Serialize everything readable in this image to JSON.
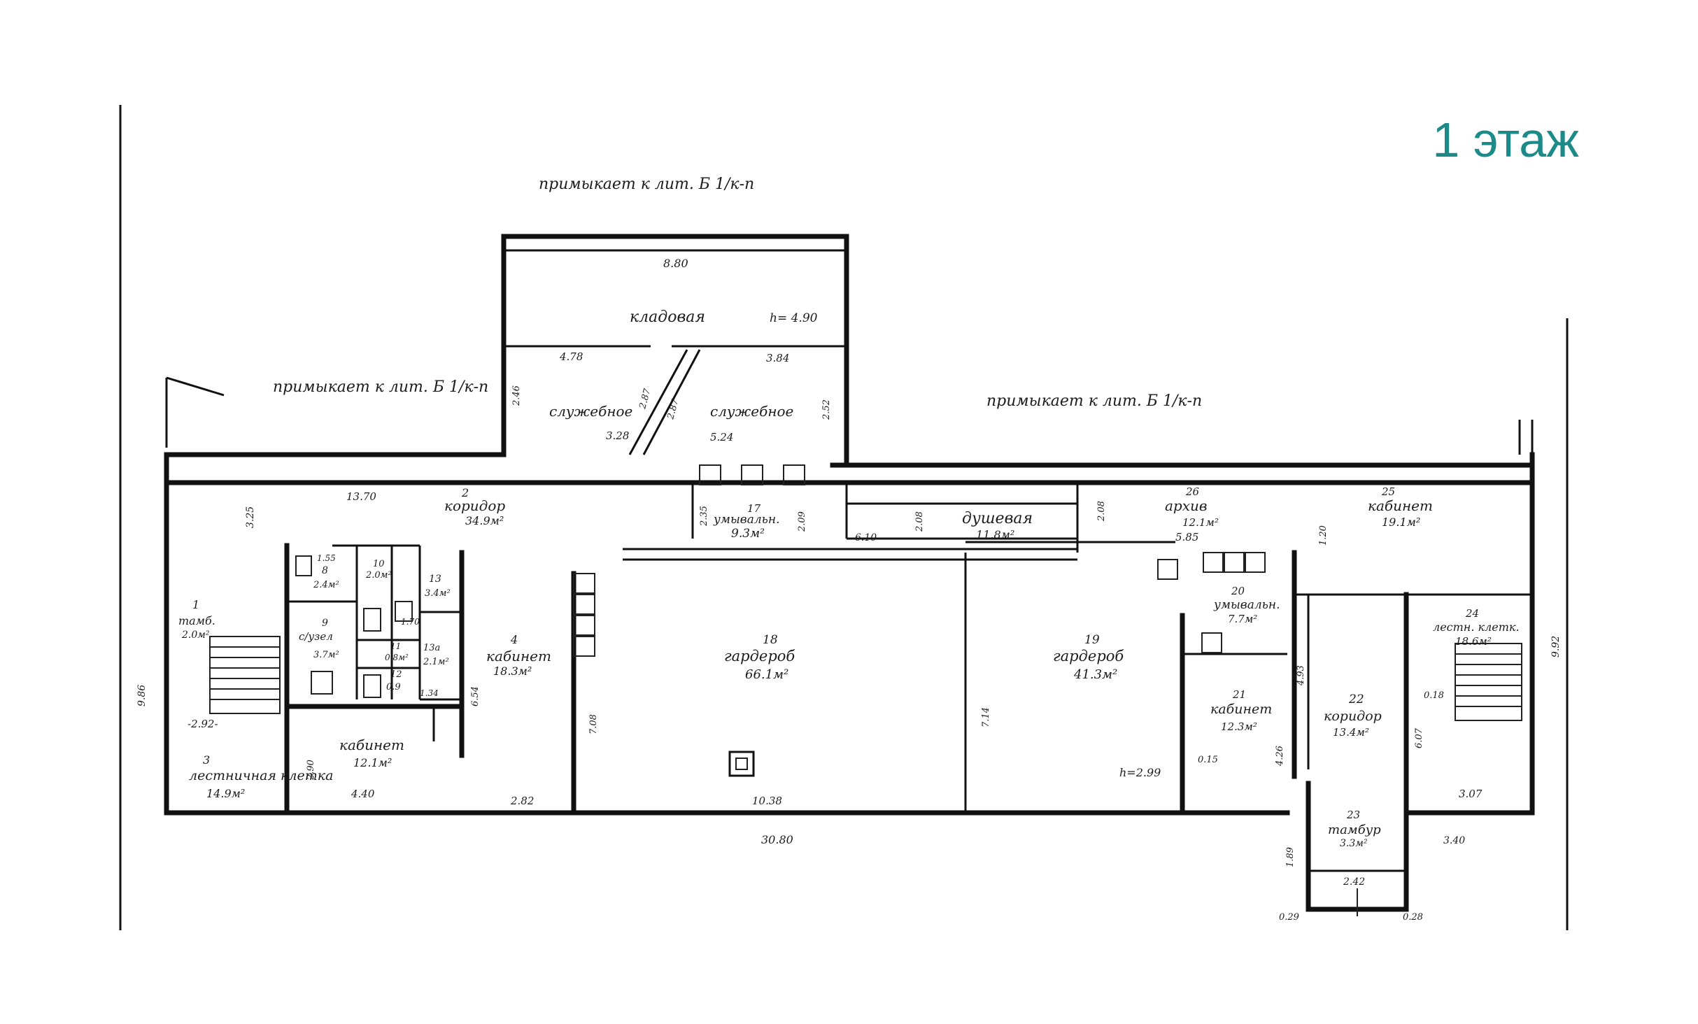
{
  "floor_title": "1 этаж",
  "adjacency_labels": [
    "примыкает к лит. Б 1/к-п",
    "примыкает к лит. Б 1/к-п",
    "примыкает к лит. Б 1/к-п"
  ],
  "rooms": [
    {
      "num": "1",
      "name": "тамб.",
      "area": "2.0м²"
    },
    {
      "num": "2",
      "name": "коридор",
      "area": "34.9м²"
    },
    {
      "num": "3",
      "name": "лестничная клетка",
      "area": "14.9м²"
    },
    {
      "num": "4",
      "name": "кабинет",
      "area": "18.3м²"
    },
    {
      "num": "",
      "name": "кабинет",
      "area": "12.1м²"
    },
    {
      "num": "8",
      "name": "",
      "area": "2.4м²"
    },
    {
      "num": "9",
      "name": "с/узел",
      "area": "3.7м²"
    },
    {
      "num": "10",
      "name": "",
      "area": "2.0м²"
    },
    {
      "num": "11",
      "name": "",
      "area": "0.8м²"
    },
    {
      "num": "12",
      "name": "",
      "area": "0.9"
    },
    {
      "num": "13",
      "name": "",
      "area": "3.4м²"
    },
    {
      "num": "13а",
      "name": "",
      "area": "2.1м²"
    },
    {
      "num": "",
      "name": "кладовая",
      "area": ""
    },
    {
      "num": "",
      "name": "служебное",
      "area": ""
    },
    {
      "num": "",
      "name": "служебное",
      "area": ""
    },
    {
      "num": "17",
      "name": "умывальн.",
      "area": "9.3м²"
    },
    {
      "num": "",
      "name": "душевая",
      "area": "11.8м²"
    },
    {
      "num": "18",
      "name": "гардероб",
      "area": "66.1м²"
    },
    {
      "num": "19",
      "name": "гардероб",
      "area": "41.3м²"
    },
    {
      "num": "20",
      "name": "умывальн.",
      "area": "7.7м²"
    },
    {
      "num": "21",
      "name": "кабинет",
      "area": "12.3м²"
    },
    {
      "num": "22",
      "name": "коридор",
      "area": "13.4м²"
    },
    {
      "num": "23",
      "name": "тамбур",
      "area": "3.3м²"
    },
    {
      "num": "24",
      "name": "лестн. клетк.",
      "area": "18.6м²"
    },
    {
      "num": "25",
      "name": "кабинет",
      "area": "19.1м²"
    },
    {
      "num": "26",
      "name": "архив",
      "area": "12.1м²"
    }
  ],
  "dimensions": [
    "8.80",
    "h= 4.90",
    "4.78",
    "3.84",
    "3.28",
    "5.24",
    "13.70",
    "2.87",
    "2.87",
    "2.46",
    "2.52",
    "3.25",
    "6.10",
    "2.08",
    "2.08",
    "5.85",
    "1.20",
    "9.92",
    "9.86",
    "-2.92-",
    "4.40",
    "2.82",
    "10.38",
    "30.80",
    "3.40",
    "3.07",
    "7.08",
    "7.14",
    "h=2.99",
    "6.54",
    "2.90",
    "4.93",
    "4.26",
    "6.07",
    "2.42",
    "1.89",
    "0.29",
    "0.28",
    "0.18",
    "0.15",
    "1.70",
    "1.34",
    "1.55",
    "2.35",
    "2.09"
  ]
}
